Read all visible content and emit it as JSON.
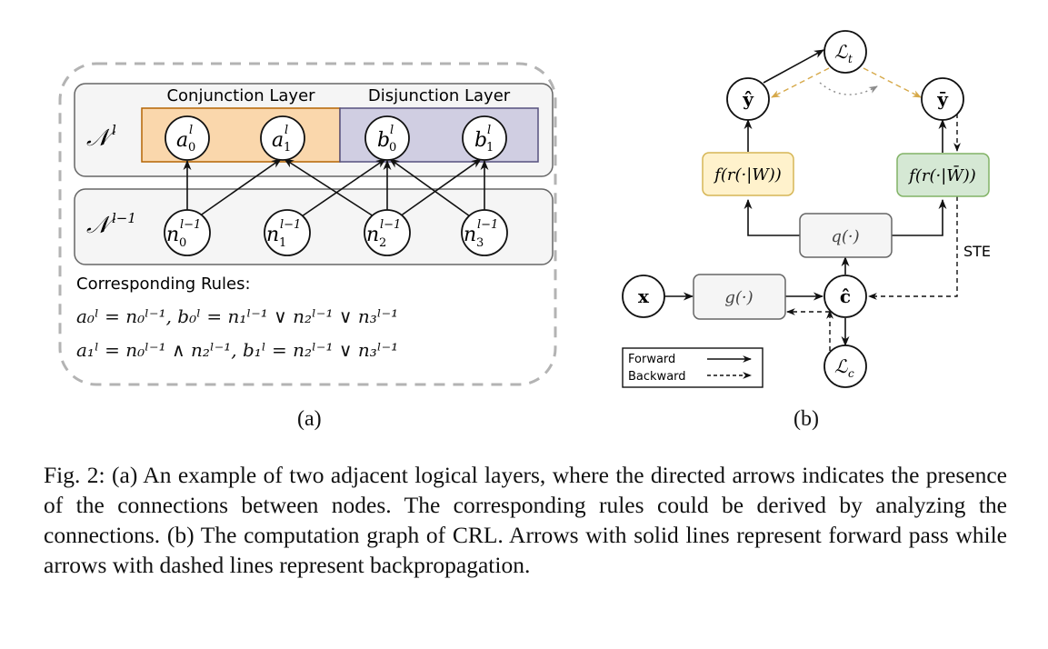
{
  "figure_a": {
    "conjunction_label": "Conjunction Layer",
    "disjunction_label": "Disjunction Layer",
    "layer_top_label": "𝒩",
    "layer_top_sup": "l",
    "layer_bottom_label": "𝒩",
    "layer_bottom_sup": "l−1",
    "top_nodes": [
      {
        "base": "a",
        "sub": "0",
        "sup": "l"
      },
      {
        "base": "a",
        "sub": "1",
        "sup": "l"
      },
      {
        "base": "b",
        "sub": "0",
        "sup": "l"
      },
      {
        "base": "b",
        "sub": "1",
        "sup": "l"
      }
    ],
    "bottom_nodes": [
      {
        "base": "n",
        "sub": "0",
        "sup": "l−1"
      },
      {
        "base": "n",
        "sub": "1",
        "sup": "l−1"
      },
      {
        "base": "n",
        "sub": "2",
        "sup": "l−1"
      },
      {
        "base": "n",
        "sub": "3",
        "sup": "l−1"
      }
    ],
    "rules_heading": "Corresponding Rules:",
    "rule_line_1": "a₀ˡ = n₀ˡ⁻¹,   b₀ˡ = n₁ˡ⁻¹ ∨ n₂ˡ⁻¹ ∨ n₃ˡ⁻¹",
    "rule_line_2": "a₁ˡ = n₀ˡ⁻¹ ∧ n₂ˡ⁻¹,   b₁ˡ = n₂ˡ⁻¹ ∨ n₃ˡ⁻¹",
    "sublabel": "(a)",
    "colors": {
      "conjunction_fill": "#fad7ac",
      "conjunction_stroke": "#b46504",
      "disjunction_fill": "#d0cee2",
      "disjunction_stroke": "#56517e",
      "layer_fill": "#f5f5f5",
      "layer_stroke": "#666666",
      "dashed_border": "#b3b3b3"
    }
  },
  "figure_b": {
    "nodes": {
      "Lt": "ℒ",
      "Lt_sub": "t",
      "y_hat": "ŷ",
      "y_bar": "ȳ",
      "x": "x",
      "c_hat": "ĉ",
      "Lc": "ℒ",
      "Lc_sub": "c"
    },
    "boxes": {
      "f_left": "f(r(·|W))",
      "f_right": "f(r(·|W̄))",
      "q": "q(·)",
      "g": "g(·)"
    },
    "ste_label": "STE",
    "legend": {
      "forward": "Forward",
      "backward": "Backward"
    },
    "sublabel": "(b)",
    "colors": {
      "f_left_fill": "#fff2cc",
      "f_left_stroke": "#d6b656",
      "f_right_fill": "#d5e8d4",
      "f_right_stroke": "#82b366",
      "gray_box_fill": "#f5f5f5",
      "gray_box_stroke": "#666666",
      "orange_dash": "#d6a94a",
      "gray_dot": "#8c8c8c"
    }
  },
  "caption": "Fig. 2: (a) An example of two adjacent logical layers, where the directed arrows indicates the presence of the connections between nodes. The corresponding rules could be derived by analyzing the connections. (b) The computation graph of CRL. Arrows with solid lines represent forward pass while arrows with dashed lines represent backpropagation."
}
